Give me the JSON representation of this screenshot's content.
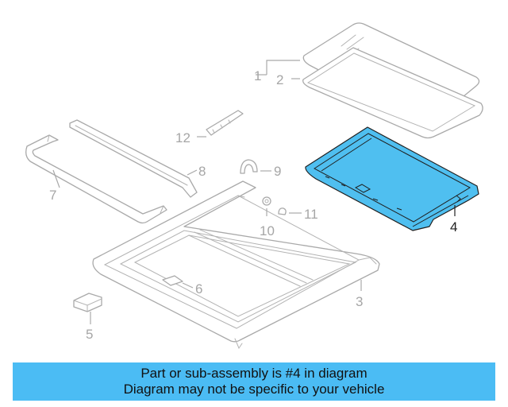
{
  "diagram": {
    "labels": [
      {
        "id": "1",
        "text": "1"
      },
      {
        "id": "2",
        "text": "2"
      },
      {
        "id": "3",
        "text": "3"
      },
      {
        "id": "4",
        "text": "4"
      },
      {
        "id": "5",
        "text": "5"
      },
      {
        "id": "6",
        "text": "6"
      },
      {
        "id": "7",
        "text": "7"
      },
      {
        "id": "8",
        "text": "8"
      },
      {
        "id": "9",
        "text": "9"
      },
      {
        "id": "10",
        "text": "10"
      },
      {
        "id": "11",
        "text": "11"
      },
      {
        "id": "12",
        "text": "12"
      }
    ],
    "highlighted_part": "4",
    "colors": {
      "highlight": "#4fbff0",
      "banner": "#4bbcf4",
      "lines": "#a9a9a9"
    }
  },
  "banner": {
    "line1": "Part or sub-assembly is #4 in diagram",
    "line2": "Diagram may not be specific to your vehicle"
  }
}
